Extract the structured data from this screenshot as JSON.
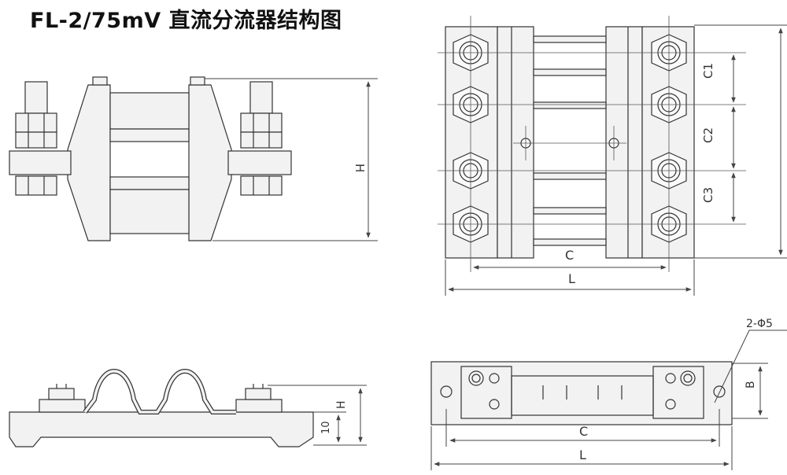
{
  "title": "FL-2/75mV 直流分流器结构图",
  "views": {
    "front": {
      "height_label": "H"
    },
    "top": {
      "pitch_labels": [
        "C1",
        "C2",
        "C3"
      ],
      "spacing_label": "C",
      "length_label": "L"
    },
    "side": {
      "height_label": "H",
      "base_label": "10"
    },
    "bottom_plan": {
      "hole_note": "2-Φ5",
      "width_label": "B",
      "spacing_label": "C",
      "length_label": "L"
    }
  },
  "colors": {
    "line": "#333333",
    "fill": "#f2f2f2",
    "dim": "#444444"
  }
}
